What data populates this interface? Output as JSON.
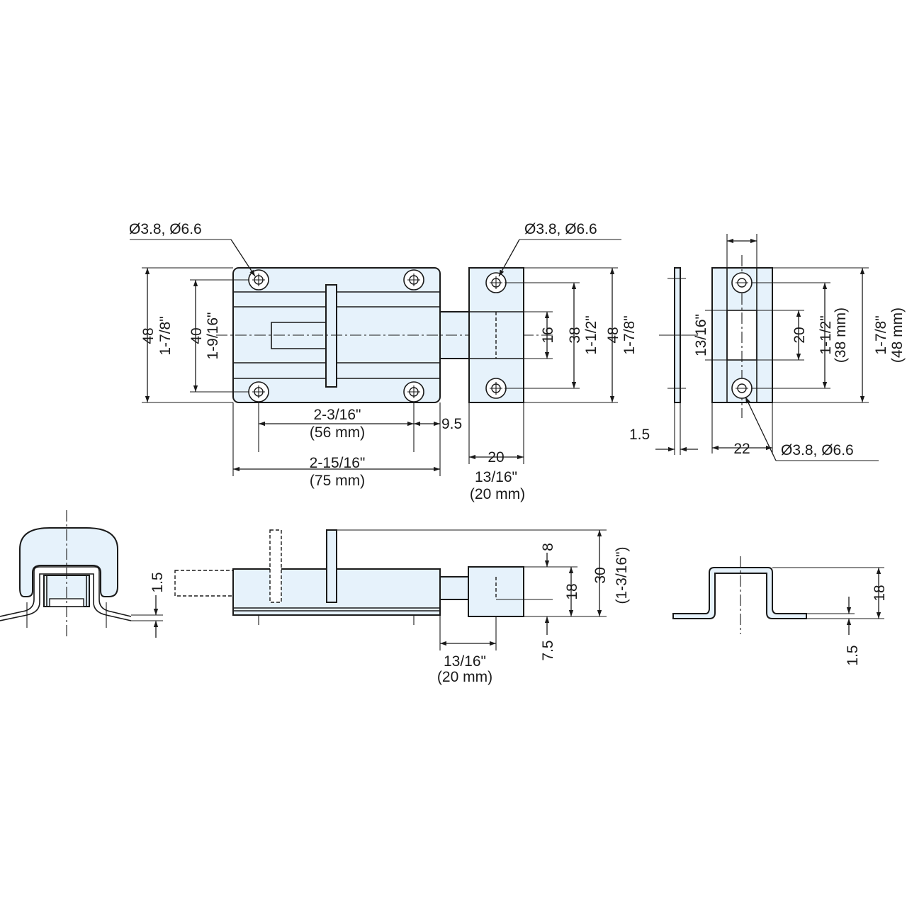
{
  "hole_label_left": "Ø3.8, Ø6.6",
  "hole_label_middle": "Ø3.8, Ø6.6",
  "hole_label_right": "Ø3.8, Ø6.6",
  "dim_48": "48",
  "dim_1_7_8": "1-7/8\"",
  "dim_40": "40",
  "dim_1_9_16": "1-9/16\"",
  "dim_2_3_16": "2-3/16\"",
  "dim_56mm": "(56 mm)",
  "dim_9_5": "9.5",
  "dim_2_15_16": "2-15/16\"",
  "dim_75mm": "(75 mm)",
  "dim_20": "20",
  "dim_13_16": "13/16\"",
  "dim_20mm": "(20 mm)",
  "dim_16": "16",
  "dim_38": "38",
  "dim_1_1_2": "1-1/2\"",
  "dim_48b": "48",
  "dim_1_7_8b": "1-7/8\"",
  "dim_1_5_thk": "1.5",
  "dim_13_16v": "13/16\"",
  "dim_20v": "20",
  "dim_1_1_2b": "1-1/2\"",
  "dim_38mm": "(38 mm)",
  "dim_1_7_8c": "1-7/8\"",
  "dim_48mm": "(48 mm)",
  "dim_22": "22",
  "dim_1_5_side": "1.5",
  "dim_8": "8",
  "dim_18": "18",
  "dim_30": "30",
  "dim_1_3_16": "(1-3/16\")",
  "dim_7_5": "7.5",
  "dim_13_16b": "13/16\"",
  "dim_20mm_b": "(20 mm)",
  "dim_18b": "18",
  "dim_1_5_right": "1.5"
}
